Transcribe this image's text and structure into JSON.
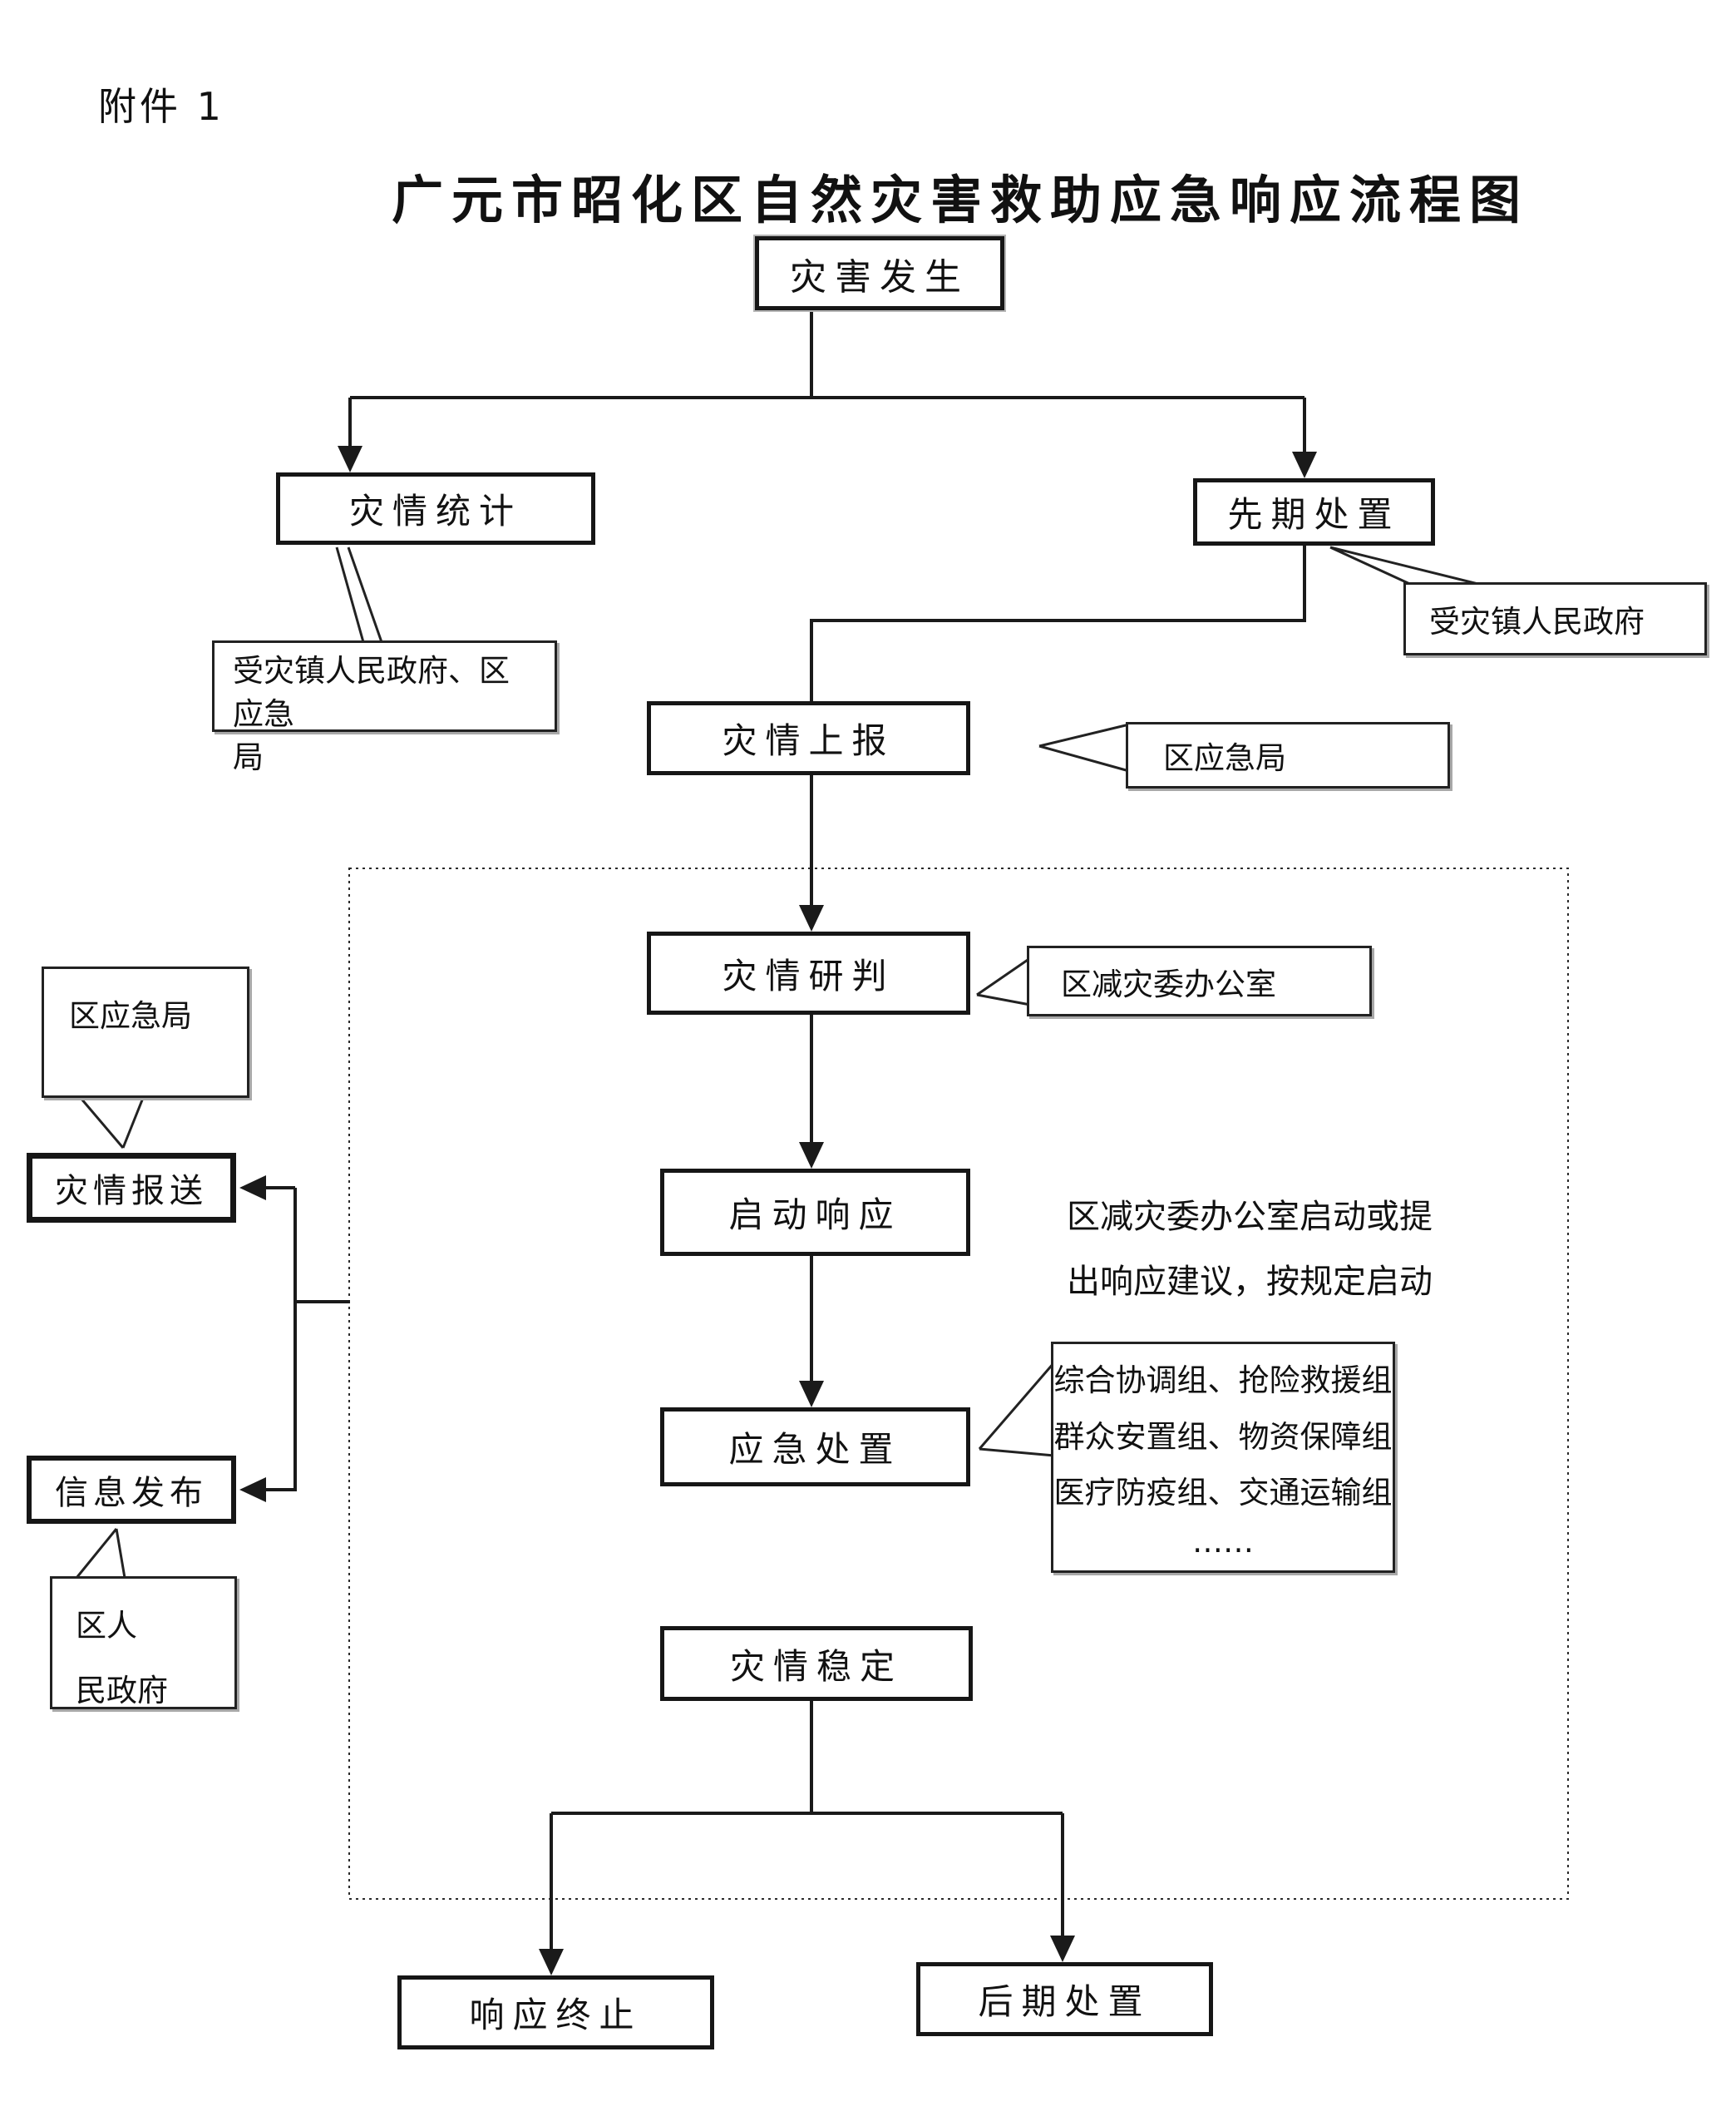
{
  "page": {
    "attachment_label": "附件 1",
    "title": "广元市昭化区自然灾害救助应急响应流程图"
  },
  "nodes": {
    "disaster_occurs": "灾害发生",
    "disaster_statistics": "灾情统计",
    "preliminary_disposal": "先期处置",
    "disaster_reporting": "灾情上报",
    "disaster_assessment": "灾情研判",
    "activate_response": "启动响应",
    "emergency_disposal": "应急处置",
    "disaster_stabilized": "灾情稳定",
    "response_termination": "响应终止",
    "post_disposal": "后期处置",
    "disaster_report_submission": "灾情报送",
    "information_release": "信息发布"
  },
  "callouts": {
    "statistics_source": {
      "line1": "受灾镇人民政府、区应急",
      "line2": "局"
    },
    "preliminary_source": "受灾镇人民政府",
    "reporting_source": "区应急局",
    "assessment_source": "区减灾委办公室",
    "submission_source": "区应急局",
    "release_source": {
      "line1": "区人",
      "line2": "民政府"
    }
  },
  "annotations": {
    "activation_note": {
      "line1": "区减灾委办公室启动或提",
      "line2": "出响应建议，按规定启动"
    },
    "groups": [
      "综合协调组、抢险救援组",
      "群众安置组、物资保障组",
      "医疗防疫组、交通运输组",
      "……"
    ]
  },
  "colors": {
    "line": "#1a1a1a",
    "shadow": "#a8a8a8",
    "background": "#ffffff"
  }
}
